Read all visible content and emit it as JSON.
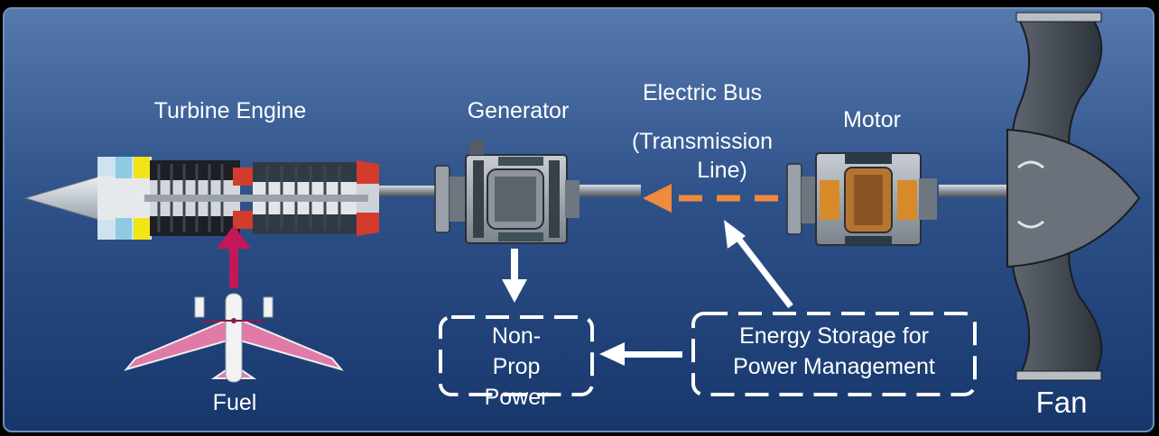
{
  "colors": {
    "background_top": "#5578ad",
    "background_bottom": "#17376c",
    "fuel_arrow": "#c2185b",
    "electric_bus_arrow": "#f08a3c",
    "power_flow_arrow": "#ffffff",
    "fuel_aircraft": "#e07aa6"
  },
  "labels": {
    "turbine_engine": "Turbine Engine",
    "generator": "Generator",
    "electric_bus_line1": "Electric Bus",
    "electric_bus_line2": "(Transmission",
    "electric_bus_line3": "Line)",
    "motor": "Motor",
    "fuel": "Fuel",
    "fan": "Fan",
    "non_prop_line1": "Non-",
    "non_prop_line2": "Prop",
    "non_prop_line3": "Power",
    "energy_storage_line1": "Energy Storage for",
    "energy_storage_line2": "Power Management"
  },
  "icons": {
    "turbine": "turbine-engine-illustration",
    "generator": "generator-illustration",
    "motor": "motor-illustration",
    "fan": "fan-illustration",
    "aircraft": "aircraft-fuel-icon"
  }
}
